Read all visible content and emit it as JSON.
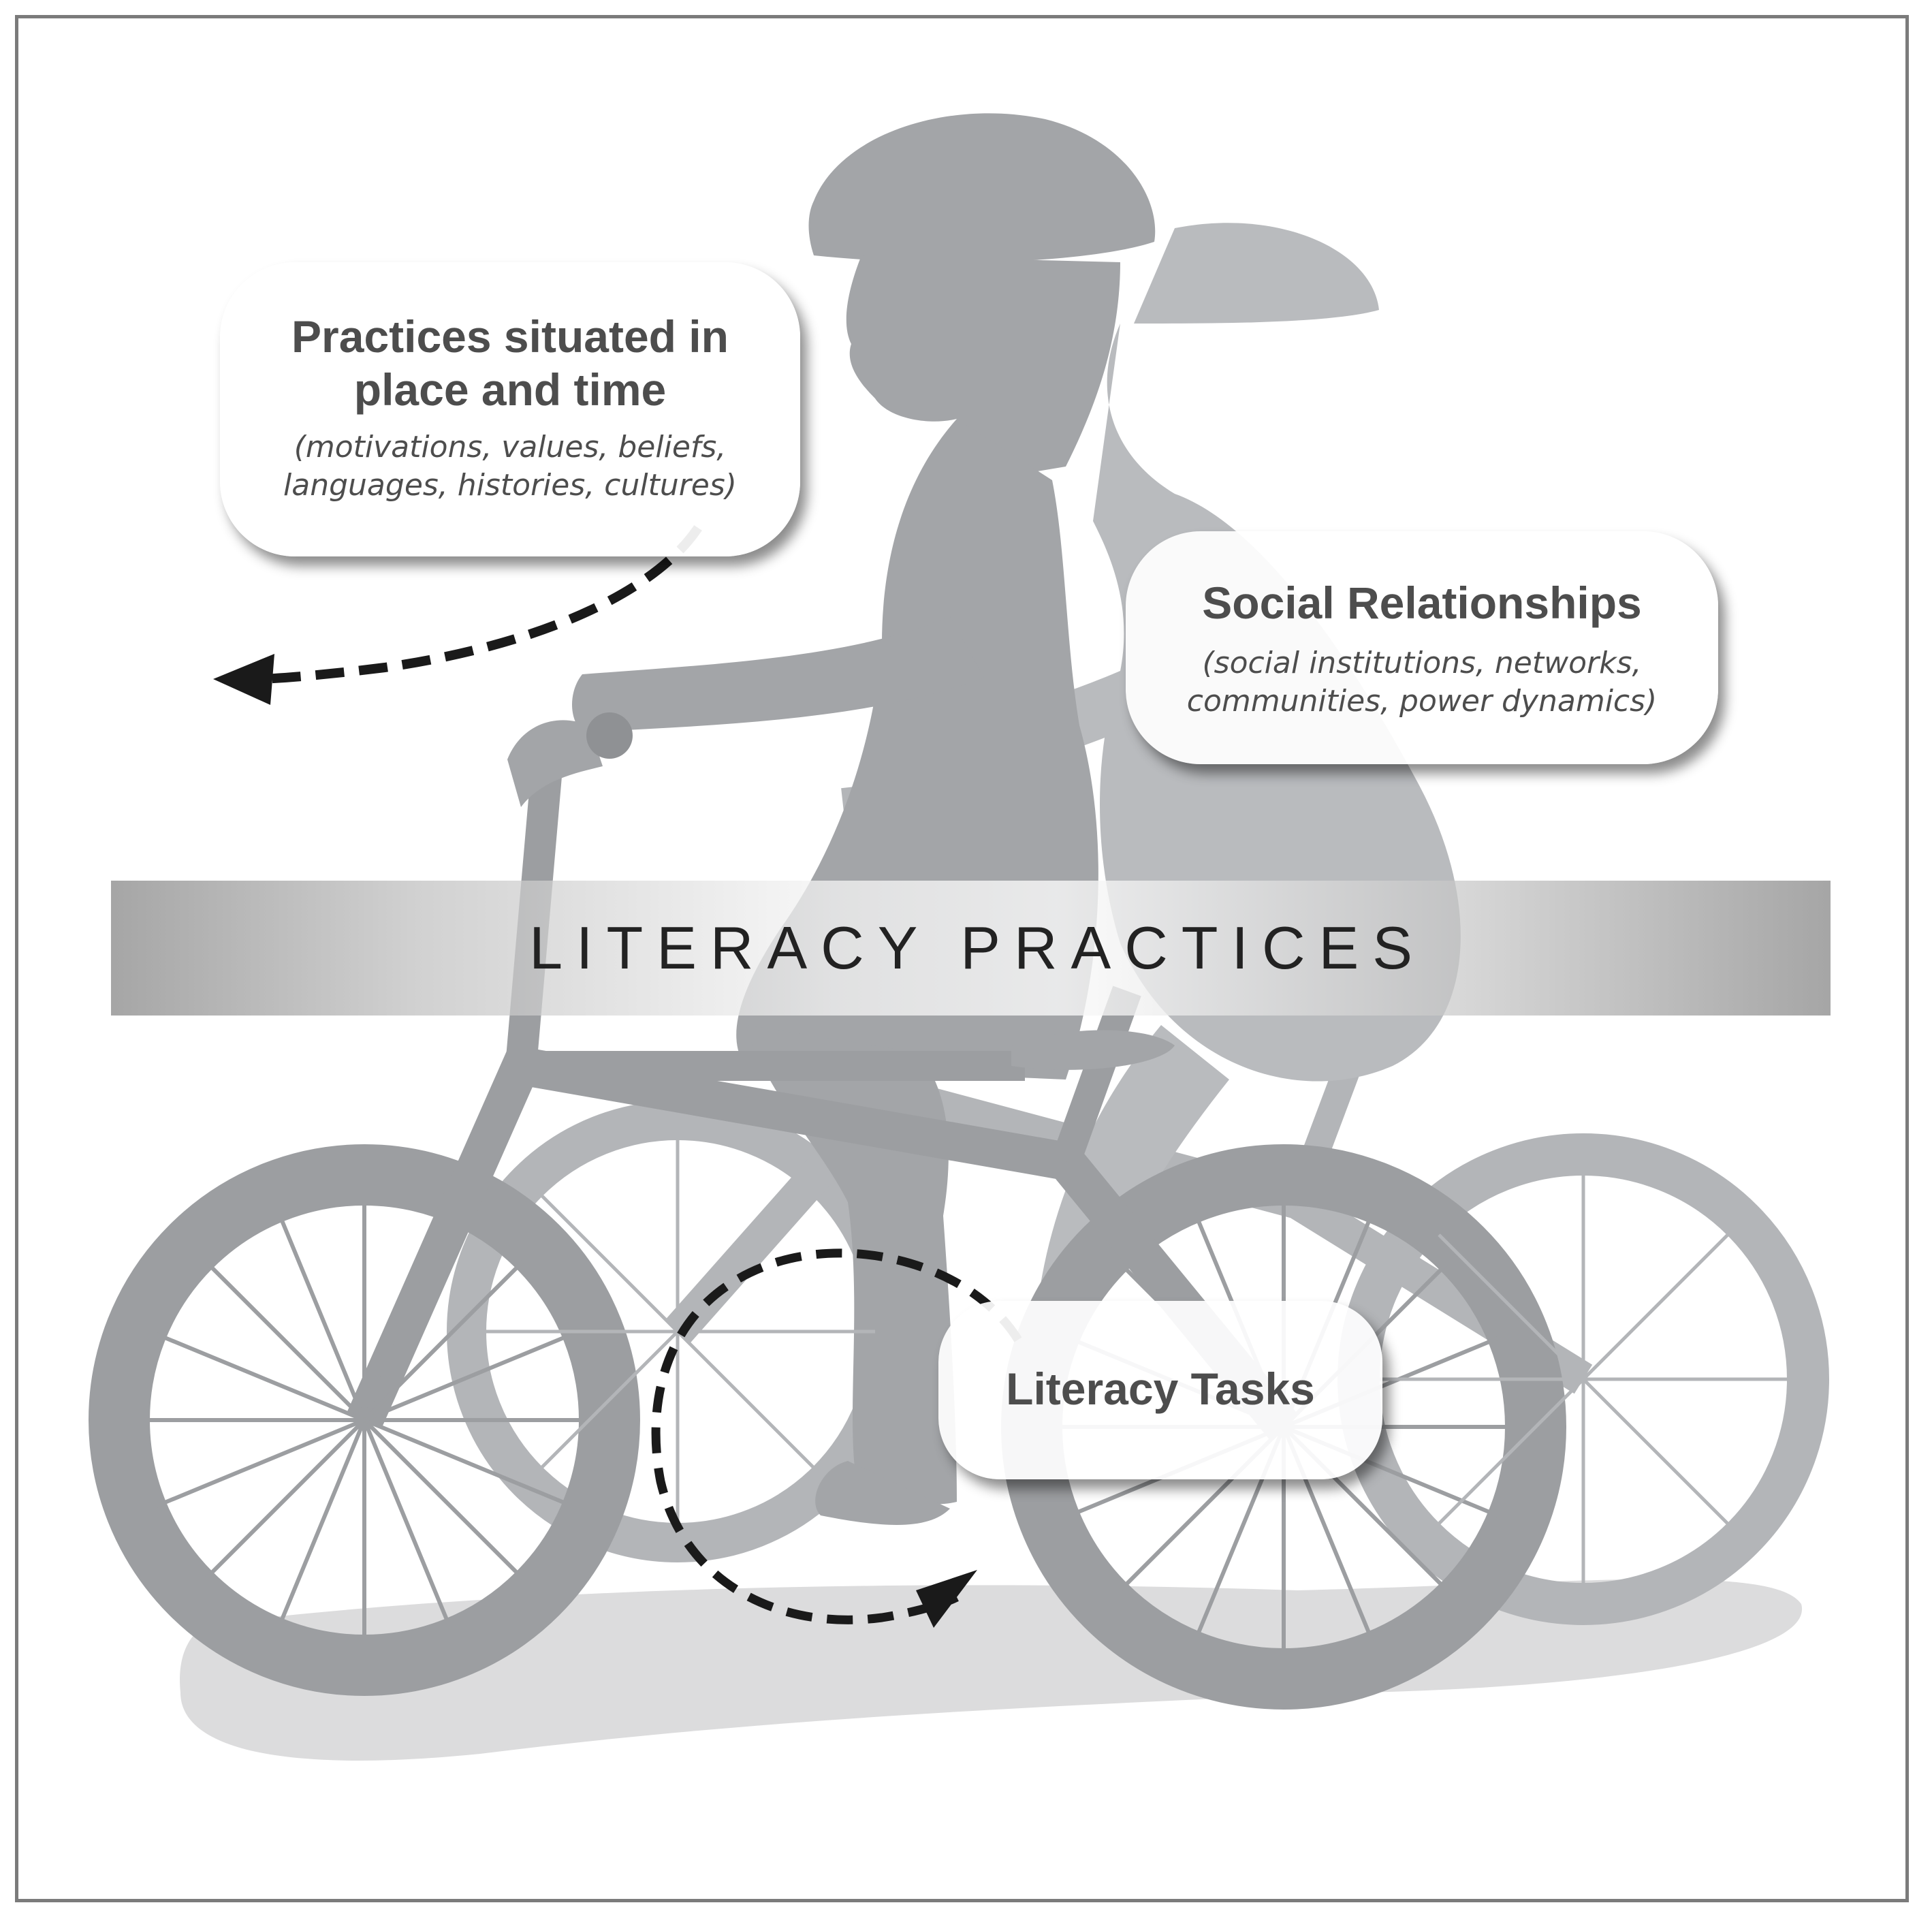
{
  "diagram": {
    "practices_bubble": {
      "title": "Practices situated in place and time",
      "subtitle": "(motivations, values, beliefs, languages, histories, cultures)"
    },
    "social_bubble": {
      "title": "Social Relationships",
      "subtitle": "(social institutions, networks, communities, power dynamics)"
    },
    "tasks_bubble": {
      "title": "Literacy Tasks"
    },
    "band_label": "LITERACY PRACTICES",
    "colors": {
      "rider_front": "#a3a5a8",
      "rider_back": "#b9bbbe",
      "wheel": "#9c9ea1",
      "ground_shadow": "#dcdcdd",
      "arrow": "#1a1a1a",
      "frame_border": "#7b7b7b"
    },
    "icons": [
      "bicycle-rider-illustration",
      "dashed-arrow-left",
      "circular-dashed-arrow"
    ]
  }
}
